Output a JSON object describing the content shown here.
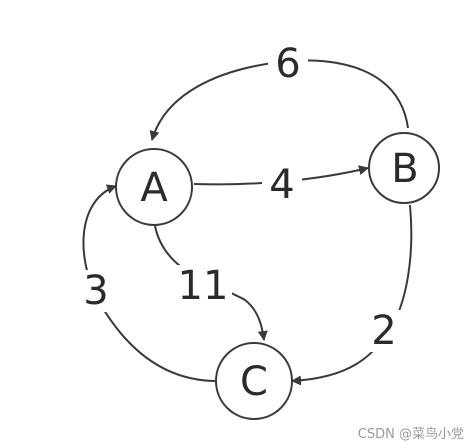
{
  "graph": {
    "nodes": [
      {
        "id": "A",
        "label": "A"
      },
      {
        "id": "B",
        "label": "B"
      },
      {
        "id": "C",
        "label": "C"
      }
    ],
    "edges": [
      {
        "from": "B",
        "to": "A",
        "weight": "6"
      },
      {
        "from": "A",
        "to": "B",
        "weight": "4"
      },
      {
        "from": "A",
        "to": "C",
        "weight": "11"
      },
      {
        "from": "B",
        "to": "C",
        "weight": "2"
      },
      {
        "from": "C",
        "to": "A",
        "weight": "3"
      }
    ],
    "colors": {
      "stroke": "#3a3a3a",
      "text": "#2b2b2b",
      "background": "#ffffff"
    }
  },
  "watermark": "CSDN @菜鸟小党"
}
